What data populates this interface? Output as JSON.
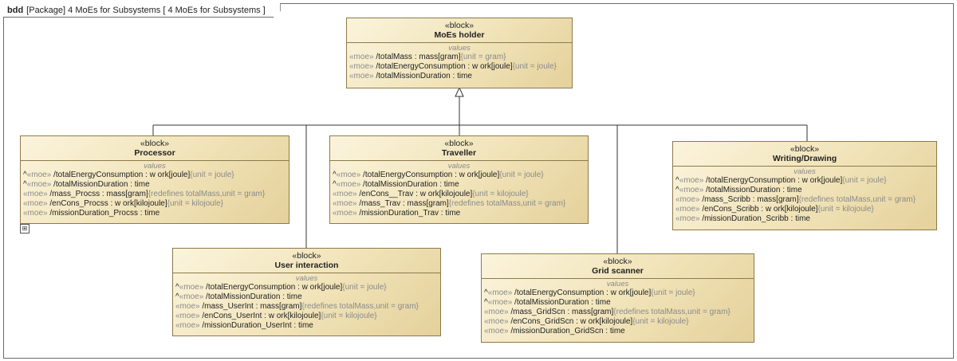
{
  "frame": {
    "kind": "bdd",
    "title": "[Package] 4 MoEs for Subsystems [ 4 MoEs for Subsystems ]"
  },
  "stereotype": "«block»",
  "compartment_title": "values",
  "blocks": {
    "holder": {
      "name": "MoEs holder",
      "rows": [
        {
          "s": "«moe»",
          "t": " /totalMass : mass[gram]",
          "c": "{unit = gram}"
        },
        {
          "s": "«moe»",
          "t": " /totalEnergyConsumption : w ork[joule]",
          "c": "{unit = joule}"
        },
        {
          "s": "«moe»",
          "t": " /totalMissionDuration : time",
          "c": ""
        }
      ]
    },
    "processor": {
      "name": "Processor",
      "rows": [
        {
          "p": "^",
          "s": "«moe»",
          "t": " /totalEnergyConsumption : w ork[joule]",
          "c": "{unit = joule}"
        },
        {
          "p": "^",
          "s": "«moe»",
          "t": " /totalMissionDuration : time",
          "c": ""
        },
        {
          "p": "",
          "s": "«moe»",
          "t": " /mass_Procss : mass[gram]",
          "c": "{redefines totalMass,unit = gram}"
        },
        {
          "p": "",
          "s": "«moe»",
          "t": " /enCons_Procss : w ork[kilojoule]",
          "c": "{unit = kilojoule}"
        },
        {
          "p": "",
          "s": "«moe»",
          "t": " /missionDuration_Procss : time",
          "c": ""
        }
      ]
    },
    "traveller": {
      "name": "Traveller",
      "rows": [
        {
          "p": "^",
          "s": "«moe»",
          "t": " /totalEnergyConsumption : w ork[joule]",
          "c": "{unit = joule}"
        },
        {
          "p": "^",
          "s": "«moe»",
          "t": " /totalMissionDuration : time",
          "c": ""
        },
        {
          "p": "",
          "s": "«moe»",
          "t": " /enCons__Trav : w ork[kilojoule]",
          "c": "{unit = kilojoule}"
        },
        {
          "p": "",
          "s": "«moe»",
          "t": " /mass_Trav : mass[gram]",
          "c": "{redefines totalMass,unit = gram}"
        },
        {
          "p": "",
          "s": "«moe»",
          "t": " /missionDuration_Trav : time",
          "c": ""
        }
      ]
    },
    "writing": {
      "name": "Writing/Drawing",
      "rows": [
        {
          "p": "^",
          "s": "«moe»",
          "t": " /totalEnergyConsumption : w ork[joule]",
          "c": "{unit = joule}"
        },
        {
          "p": "^",
          "s": "«moe»",
          "t": " /totalMissionDuration : time",
          "c": ""
        },
        {
          "p": "",
          "s": "«moe»",
          "t": " /mass_Scribb : mass[gram]",
          "c": "{redefines totalMass,unit = gram}"
        },
        {
          "p": "",
          "s": "«moe»",
          "t": " /enCons_Scribb : w ork[kilojoule]",
          "c": "{unit = kilojoule}"
        },
        {
          "p": "",
          "s": "«moe»",
          "t": " /missionDuration_Scribb : time",
          "c": ""
        }
      ]
    },
    "user": {
      "name": "User interaction",
      "rows": [
        {
          "p": "^",
          "s": "«moe»",
          "t": " /totalEnergyConsumption : w ork[joule]",
          "c": "{unit = joule}"
        },
        {
          "p": "^",
          "s": "«moe»",
          "t": " /totalMissionDuration : time",
          "c": ""
        },
        {
          "p": "",
          "s": "«moe»",
          "t": " /mass_UserInt : mass[gram]",
          "c": "{redefines totalMass,unit = gram}"
        },
        {
          "p": "",
          "s": "«moe»",
          "t": " /enCons_UserInt : w ork[kilojoule]",
          "c": "{unit = kilojoule}"
        },
        {
          "p": "",
          "s": "«moe»",
          "t": " /missionDuration_UserInt : time",
          "c": ""
        }
      ]
    },
    "grid": {
      "name": "Grid scanner",
      "rows": [
        {
          "p": "^",
          "s": "«moe»",
          "t": " /totalEnergyConsumption : w ork[joule]",
          "c": "{unit = joule}"
        },
        {
          "p": "^",
          "s": "«moe»",
          "t": " /totalMissionDuration : time",
          "c": ""
        },
        {
          "p": "",
          "s": "«moe»",
          "t": " /mass_GridScn : mass[gram]",
          "c": "{redefines totalMass,unit = gram}"
        },
        {
          "p": "",
          "s": "«moe»",
          "t": " /enCons_GridScn : w ork[kilojoule]",
          "c": "{unit = kilojoule}"
        },
        {
          "p": "",
          "s": "«moe»",
          "t": " /missionDuration_GridScn : time",
          "c": ""
        }
      ]
    }
  },
  "colors": {
    "block_border": "#8c7a4b",
    "block_fill": "#f1e3b8",
    "muted_text": "#8a8a8a",
    "line": "#333333"
  }
}
